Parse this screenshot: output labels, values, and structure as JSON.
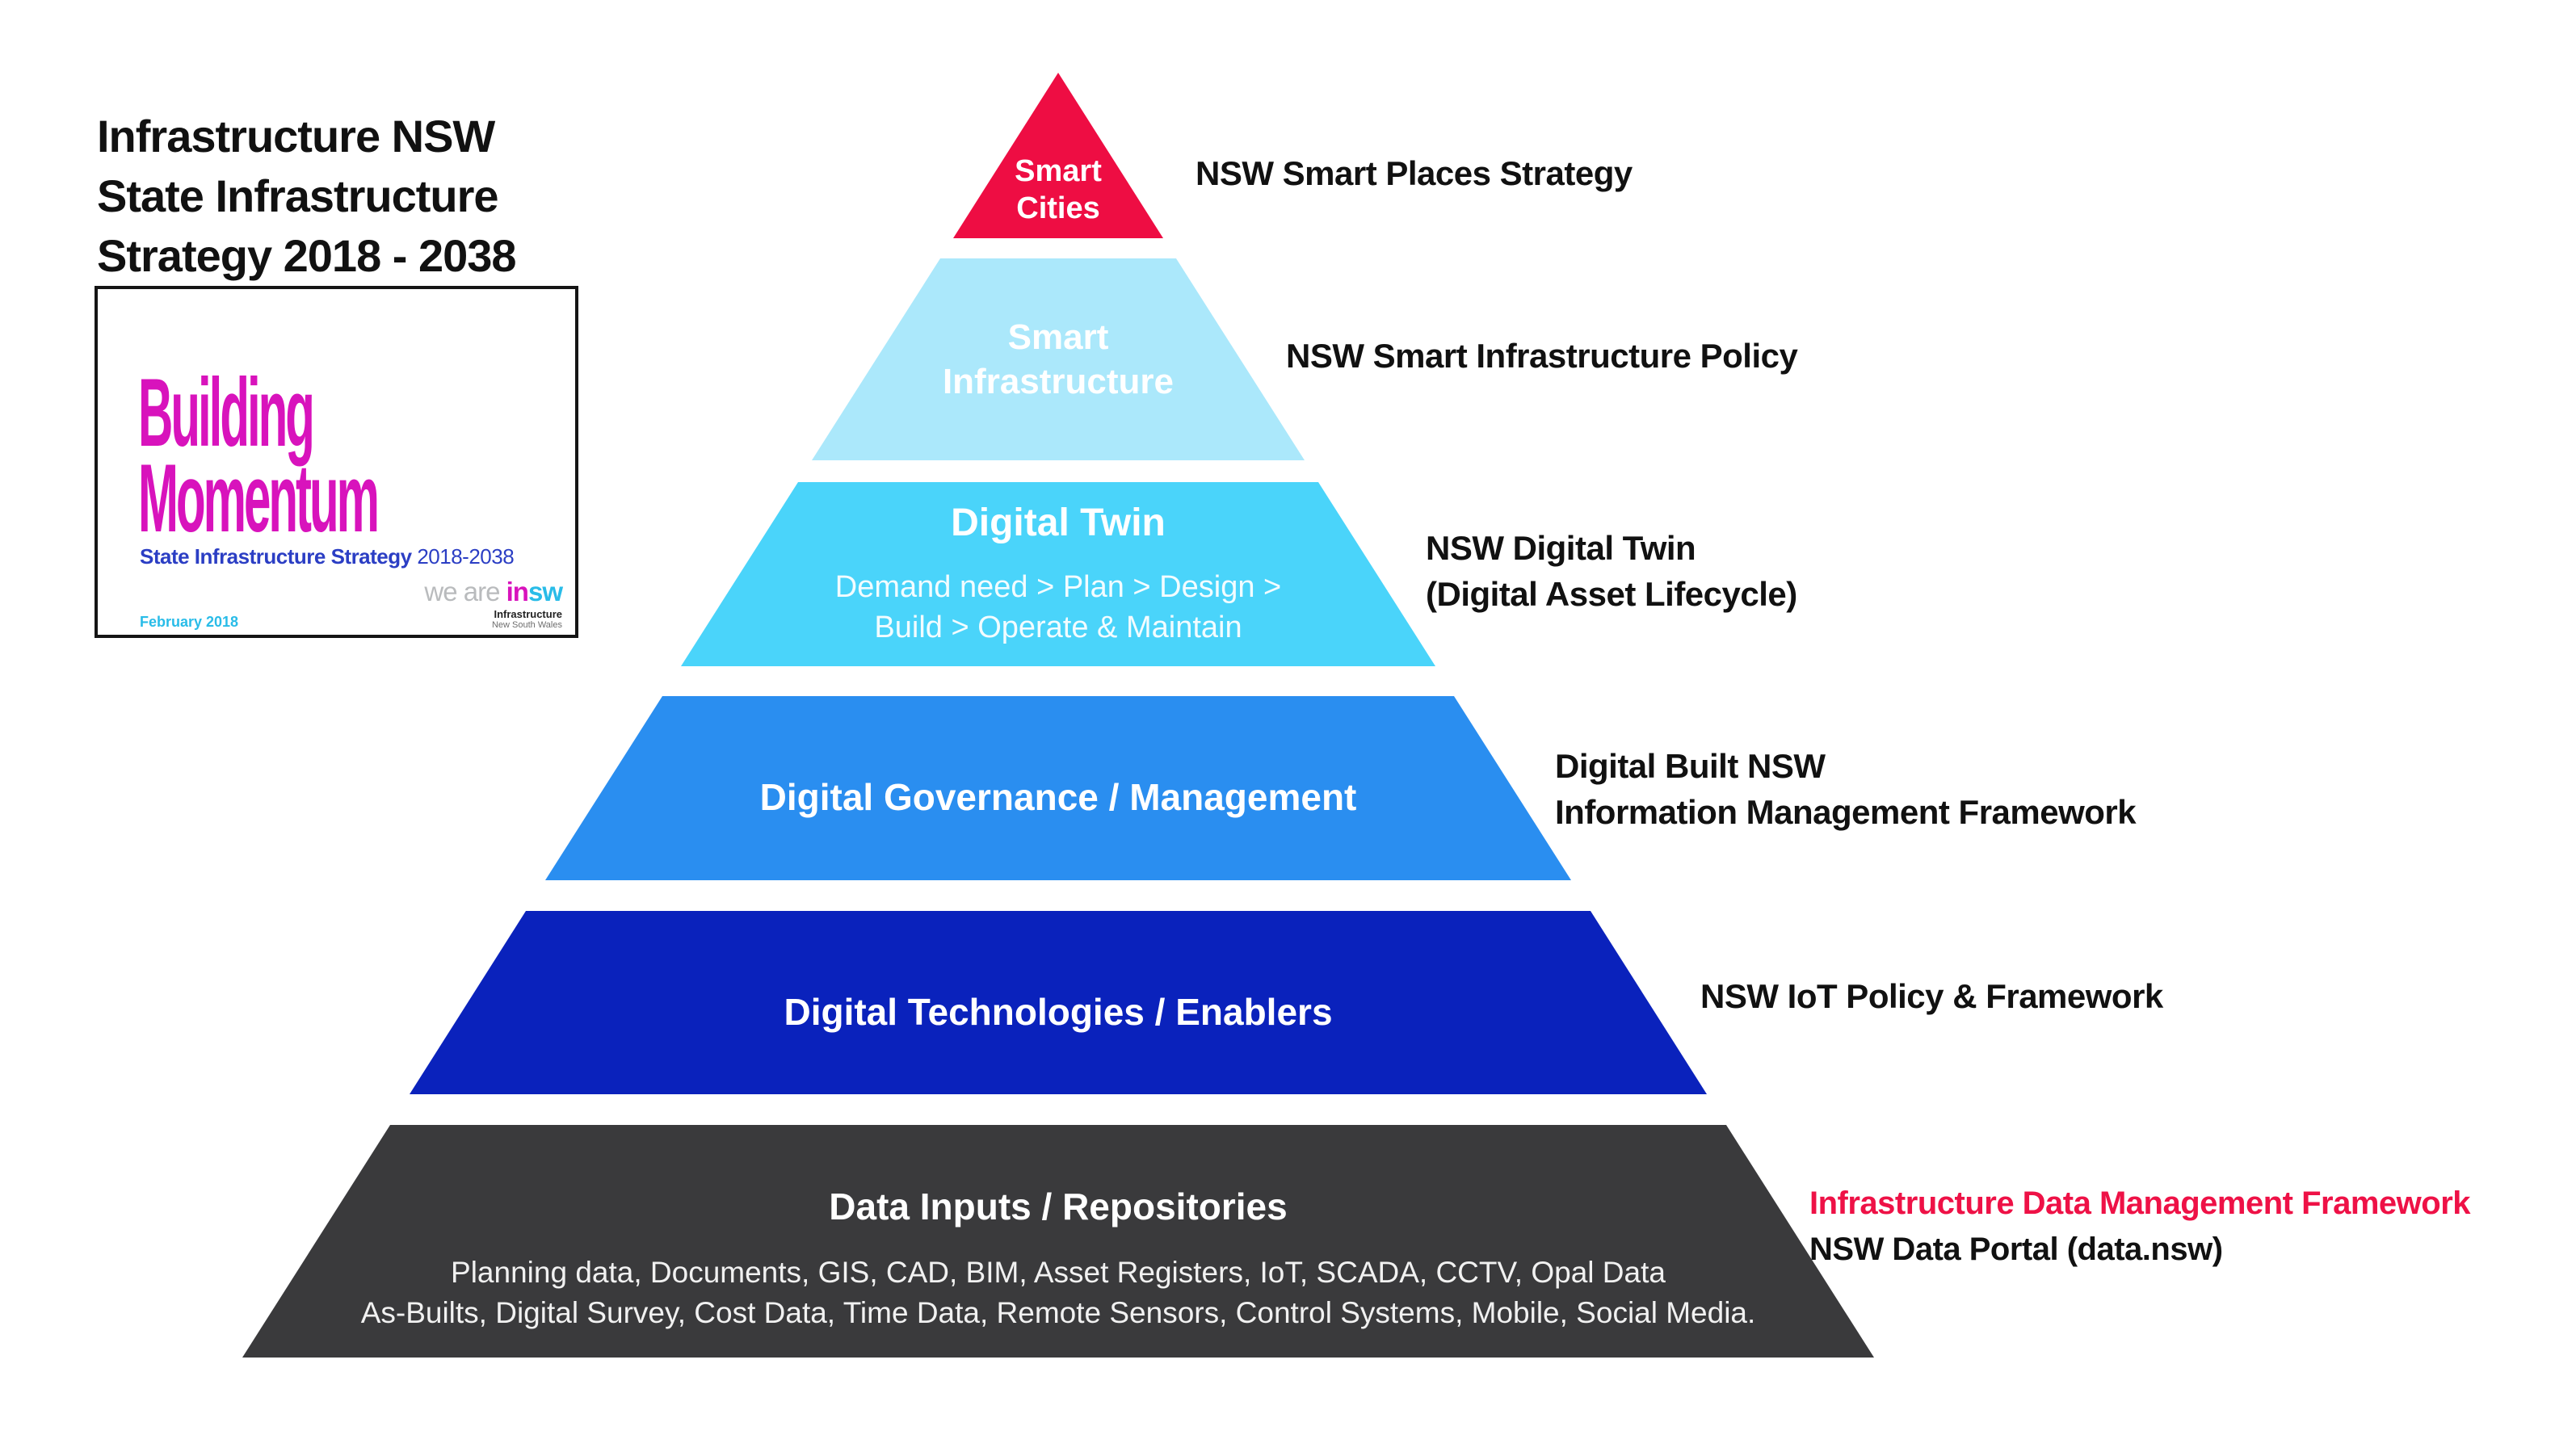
{
  "header": {
    "title_lines": [
      "Infrastructure NSW",
      "State Infrastructure",
      "Strategy 2018 - 2038"
    ]
  },
  "cover": {
    "title_line1": "Building",
    "title_line2": "Momentum",
    "subtitle_bold": "State Infrastructure Strategy",
    "subtitle_years": "2018-2038",
    "date": "February 2018",
    "logo": {
      "prefix": "we are ",
      "in": "in",
      "sw": "sw",
      "org_line1": "Infrastructure",
      "org_line2": "New South Wales"
    }
  },
  "pyramid": {
    "layers": [
      {
        "name": "smart-cities",
        "color": "#EE0D43",
        "title_lines": [
          "Smart",
          "Cities"
        ],
        "annotation": {
          "lines": [
            "NSW Smart Places Strategy"
          ]
        }
      },
      {
        "name": "smart-infrastructure",
        "color": "#ABE8FB",
        "title_lines": [
          "Smart",
          "Infrastructure"
        ],
        "annotation": {
          "lines": [
            "NSW Smart Infrastructure Policy"
          ]
        }
      },
      {
        "name": "digital-twin",
        "color": "#4AD4FA",
        "title_lines": [
          "Digital Twin"
        ],
        "subtitle_lines": [
          "Demand need > Plan > Design >",
          "Build > Operate & Maintain"
        ],
        "annotation": {
          "lines": [
            "NSW Digital Twin",
            "(Digital Asset Lifecycle)"
          ]
        }
      },
      {
        "name": "digital-governance-management",
        "color": "#2A8EF0",
        "title_lines": [
          "Digital Governance / Management"
        ],
        "annotation": {
          "lines": [
            "Digital Built NSW",
            "Information Management Framework"
          ]
        }
      },
      {
        "name": "digital-technologies-enablers",
        "color": "#0A22BC",
        "title_lines": [
          "Digital Technologies / Enablers"
        ],
        "annotation": {
          "lines": [
            "NSW IoT Policy & Framework"
          ]
        }
      },
      {
        "name": "data-inputs-repositories",
        "color": "#3A3A3C",
        "title_lines": [
          "Data Inputs / Repositories"
        ],
        "subtitle_lines": [
          "Planning data, Documents, GIS, CAD, BIM, Asset Registers, IoT, SCADA, CCTV, Opal Data",
          "As-Builts, Digital Survey, Cost Data, Time Data, Remote Sensors, Control Systems, Mobile, Social Media."
        ],
        "annotation": {
          "lines": [
            "Infrastructure Data Management Framework",
            "NSW Data Portal (data.nsw)"
          ],
          "line_colors": [
            "#EE1146",
            "#111111"
          ]
        }
      }
    ]
  },
  "colors": {
    "annotation_red": "#EE1146",
    "cover_magenta": "#D813BC",
    "cover_blue": "#2B3EC4",
    "cover_cyan": "#29BCE8",
    "logo_gray": "#B9BBBD"
  }
}
